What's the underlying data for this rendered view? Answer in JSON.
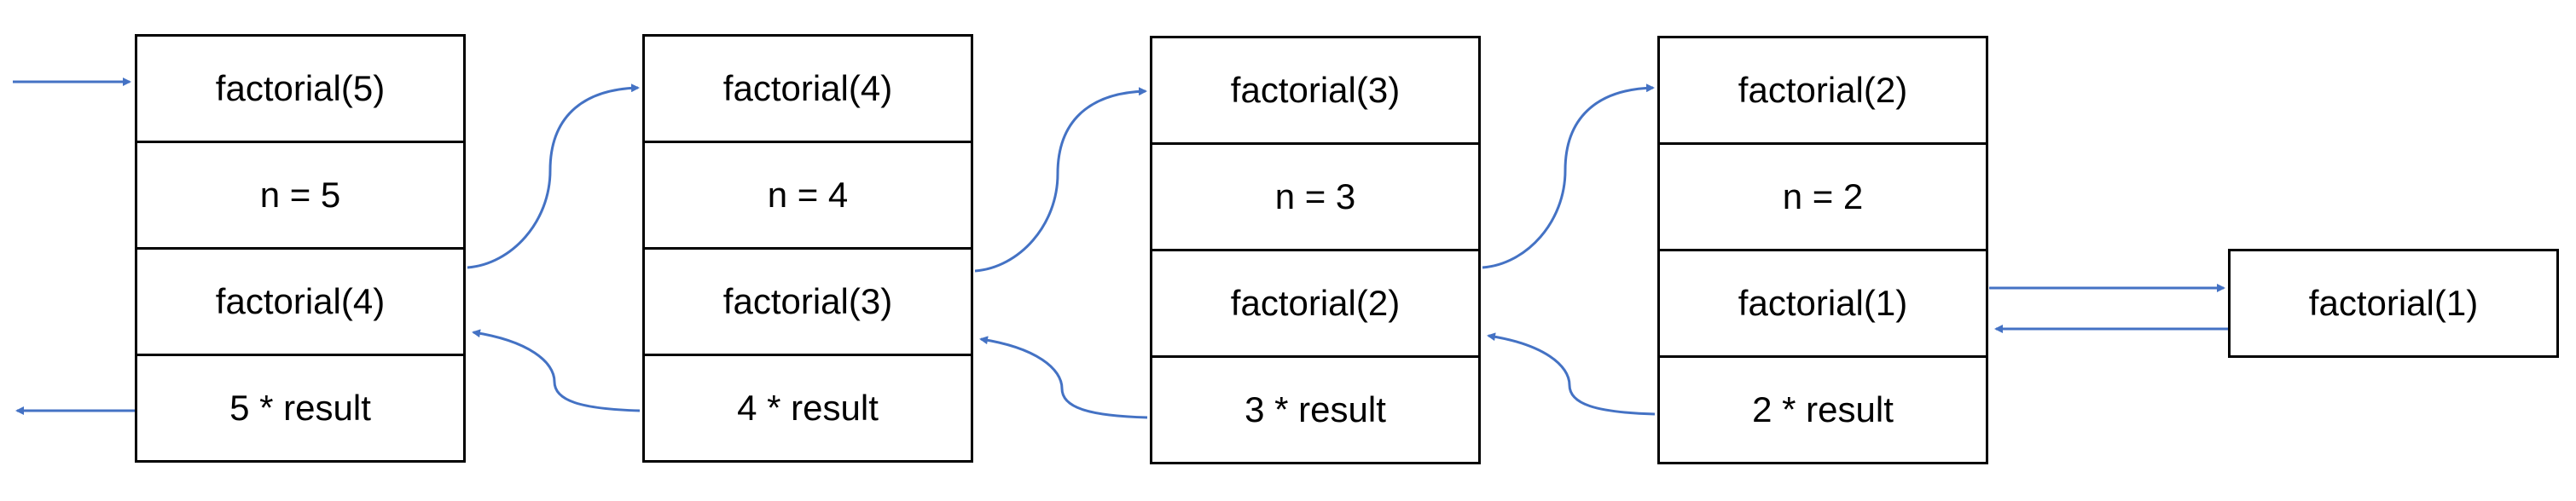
{
  "colors": {
    "arrow": "#4472C4",
    "border": "#000000",
    "text": "#000000"
  },
  "frames": [
    {
      "header": "factorial(5)",
      "var": "n = 5",
      "call": "factorial(4)",
      "ret": "5 * result"
    },
    {
      "header": "factorial(4)",
      "var": "n = 4",
      "call": "factorial(3)",
      "ret": "4 * result"
    },
    {
      "header": "factorial(3)",
      "var": "n = 3",
      "call": "factorial(2)",
      "ret": "3 * result"
    },
    {
      "header": "factorial(2)",
      "var": "n = 2",
      "call": "factorial(1)",
      "ret": "2 * result"
    }
  ],
  "base_case": {
    "label": "factorial(1)"
  }
}
